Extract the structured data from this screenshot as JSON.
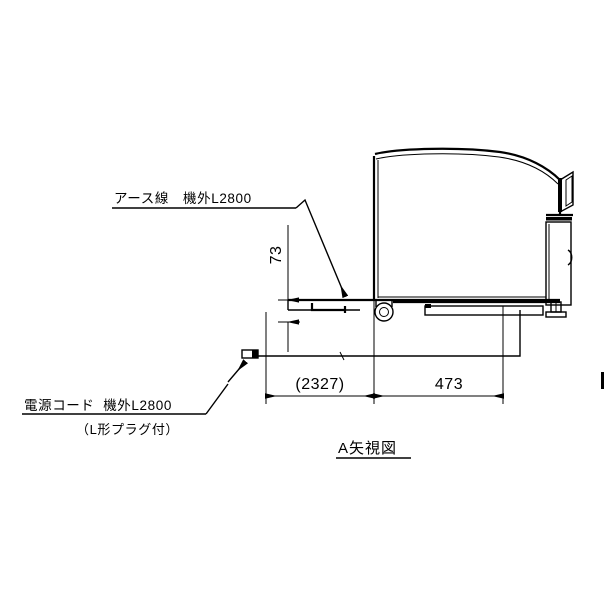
{
  "drawing": {
    "background_color": "#ffffff",
    "line_color": "#000000",
    "view_caption": "A矢視図",
    "annotations": {
      "ground_wire": {
        "label": "アース線　機外L2800",
        "name": "ground-wire-callout"
      },
      "power_cord": {
        "label_line1": "電源コード  機外L2800",
        "label_line2": "（L形プラグ付）",
        "name": "power-cord-callout"
      }
    },
    "dimensions": {
      "vertical_73": "73",
      "horizontal_2327": "(2327)",
      "horizontal_473": "473"
    }
  }
}
